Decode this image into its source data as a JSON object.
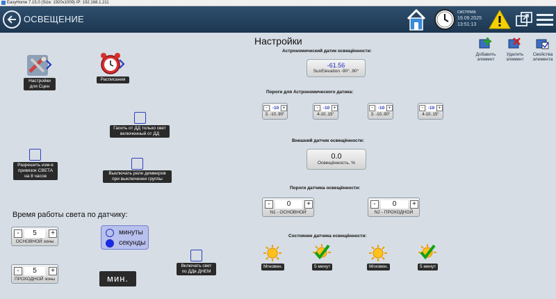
{
  "window": {
    "title": "EasyHome 7.15.0 (Size: 1920x1009) IP: 192.168.1.211"
  },
  "header": {
    "title": "ОСВЕЩЕНИЕ",
    "system_label": "система",
    "date": "19.09.2025",
    "time": "13:51:13"
  },
  "page_title": "Настройки",
  "toolbar": {
    "add": "Добавить элемент",
    "delete": "Удалить элемент",
    "props": "Свойства элемента"
  },
  "left": {
    "scene_settings": "Настройки для Сцен",
    "schedules": "Расписания",
    "off_dd_only": "Гасить от ДД только свет включенный от ДД",
    "allow_change": "Разрешить изм-е привязок СВЕТА на 8 часов",
    "dimmer_off": "Выключать реле диммеров при выключении группы",
    "work_time_title": "Время работы света по датчику:",
    "main_zone": {
      "value": "5",
      "caption": "ОСНОВНОЙ зоны"
    },
    "pass_zone": {
      "value": "5",
      "caption": "ПРОХОДНОЙ зоны"
    },
    "unit_minutes": "минуты",
    "unit_seconds": "секунды",
    "selected_unit": "секунды",
    "min_label": "мин.",
    "day_light": "Включать свет по ДДв ДНЕМ"
  },
  "astro": {
    "header": "Астрономический датик освещённости:",
    "value": "-61.56",
    "sub": "SunElevation -90°..90°",
    "thresholds_header": "Пороги для Астрономического датика:",
    "thresholds": [
      {
        "value": "-10",
        "caption": "3. -10..90°"
      },
      {
        "value": "-10",
        "caption": "4-10..15°"
      },
      {
        "value": "-10",
        "caption": "3. -10..90°"
      },
      {
        "value": "-10",
        "caption": "4-10..15°"
      }
    ]
  },
  "external": {
    "header": "Внешний датчик освещённости:",
    "value": "0.0",
    "sub": "Освещённость, %",
    "thresholds_header": "Пороги датчика освещённости:",
    "thresholds": [
      {
        "value": "0",
        "caption": "N1 - ОСНОВНОЙ"
      },
      {
        "value": "0",
        "caption": "N2 - ПРОХОДНОЙ"
      }
    ]
  },
  "state": {
    "header": "Состояние датчика освещённости:",
    "items": [
      "Мгновен.",
      "5 минут",
      "Мгновен.",
      "5 минут"
    ],
    "icons": [
      "sun-icon",
      "check-icon",
      "sun-icon",
      "check-icon"
    ]
  },
  "colors": {
    "header": "#1c3650",
    "background": "#d6dde5",
    "accent": "#2030c0"
  }
}
